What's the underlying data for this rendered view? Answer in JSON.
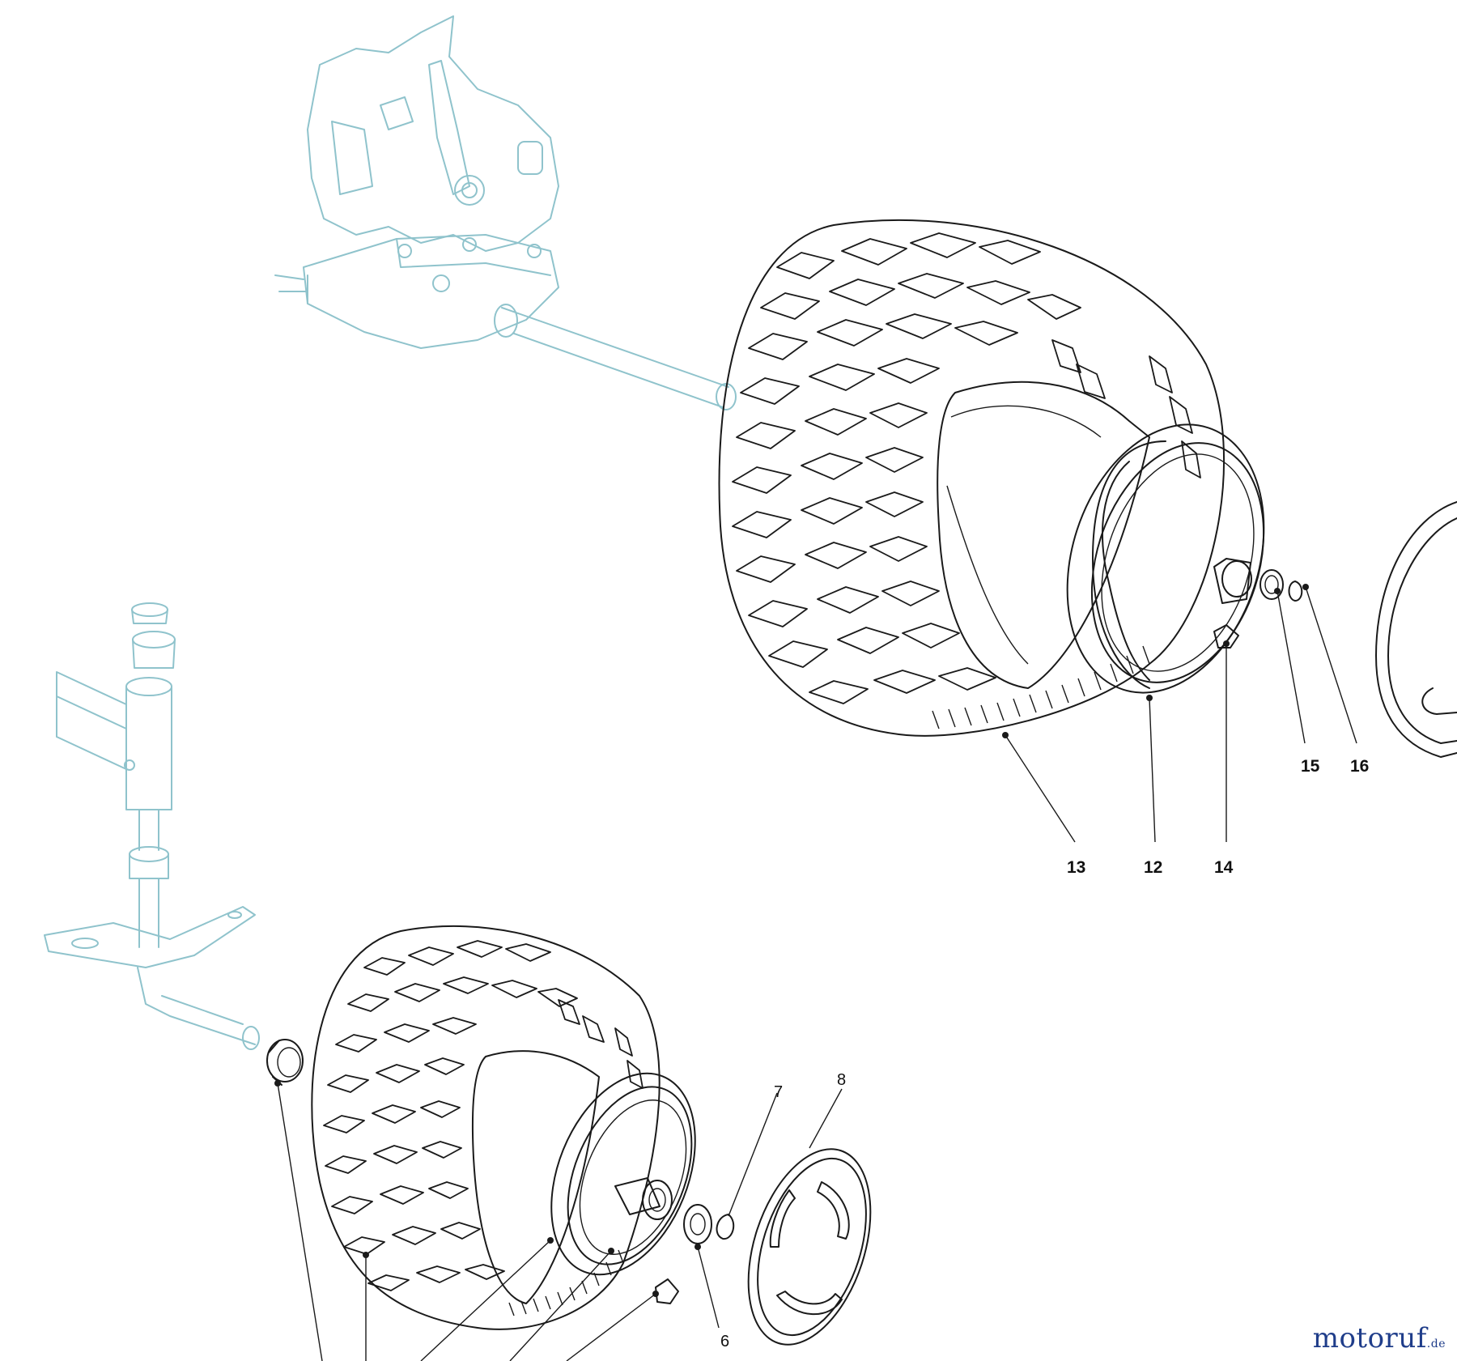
{
  "diagram": {
    "callouts": {
      "c13": "13",
      "c12": "12",
      "c14": "14",
      "c15": "15",
      "c16": "16",
      "c7": "7",
      "c8": "8",
      "c6": "6"
    }
  },
  "watermark": {
    "name": "motoruf",
    "suffix": ".de"
  },
  "colors": {
    "ghost_lines": "#8fc3cc",
    "ink": "#1a1a1a",
    "watermark": "#1f3d8a"
  }
}
